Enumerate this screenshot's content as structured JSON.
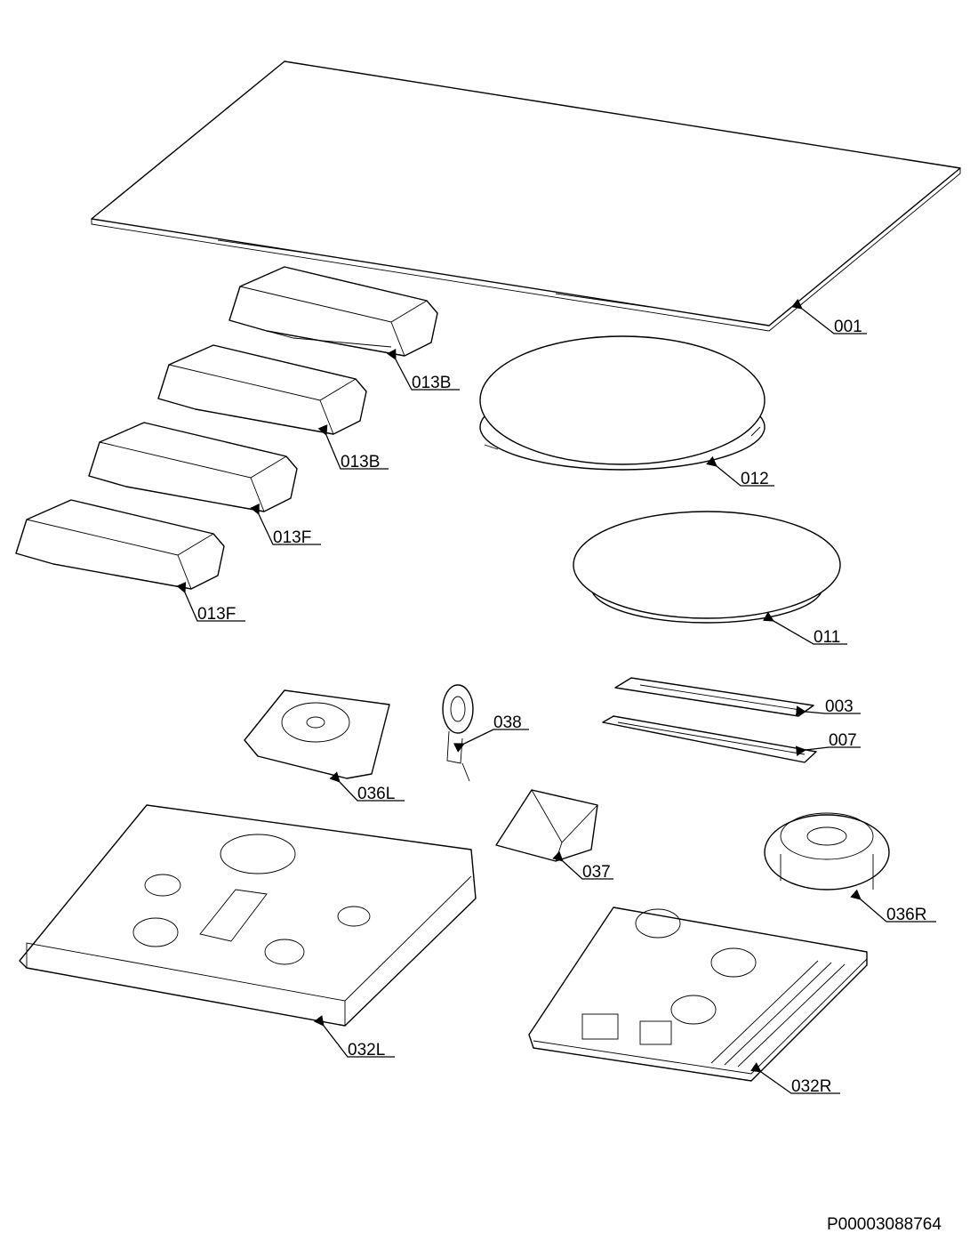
{
  "labels": {
    "p001": "001",
    "p013b_1": "013B",
    "p013b_2": "013B",
    "p013f_1": "013F",
    "p013f_2": "013F",
    "p012": "012",
    "p011": "011",
    "p003": "003",
    "p007": "007",
    "p038": "038",
    "p036l": "036L",
    "p037": "037",
    "p036r": "036R",
    "p032l": "032L",
    "p032r": "032R"
  },
  "drawing_code": "P00003088764"
}
